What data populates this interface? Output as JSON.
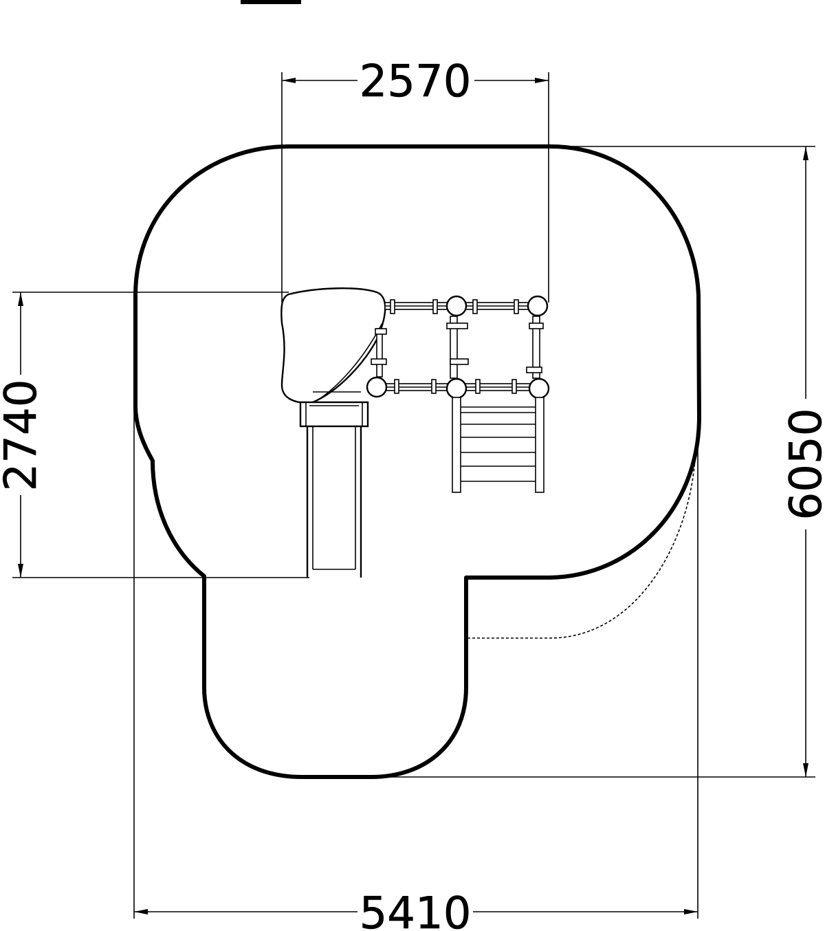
{
  "drawing": {
    "dimensions": {
      "top_width": "2570",
      "left_height": "2740",
      "right_height": "6050",
      "bottom_width": "5410"
    }
  }
}
